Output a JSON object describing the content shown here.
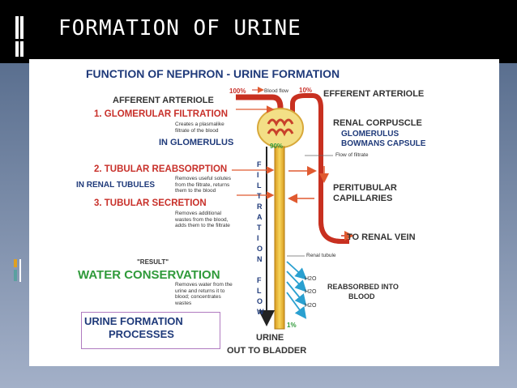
{
  "slide": {
    "title": "FORMATION OF URINE"
  },
  "diagram": {
    "title": "FUNCTION OF NEPHRON - URINE FORMATION",
    "afferent": "AFFERENT ARTERIOLE",
    "efferent": "EFFERENT ARTERIOLE",
    "pct_100": "100%",
    "pct_10": "10%",
    "pct_90": "90%",
    "pct_1": "1%",
    "blood_flow": "Blood flow",
    "step1": "1. GLOMERULAR FILTRATION",
    "step1_desc": "Creates a plasmalike filtrate of the blood",
    "step1_loc": "IN GLOMERULUS",
    "renal_corpuscle": "RENAL CORPUSCLE",
    "glomerulus": "GLOMERULUS",
    "bowmans": "BOWMANS CAPSULE",
    "flow_filtrate": "Flow of filtrate",
    "step2": "2. TUBULAR REABSORPTION",
    "step2_loc": "IN RENAL TUBULES",
    "step2_desc": "Removes useful solutes from the filtrate, returns them to the blood",
    "peritubular1": "PERITUBULAR",
    "peritubular2": "CAPILLARIES",
    "step3": "3. TUBULAR SECRETION",
    "step3_desc": "Removes additional wastes from the blood, adds them to the filtrate",
    "renal_vein": "TO RENAL VEIN",
    "result": "\"RESULT\"",
    "water": "WATER CONSERVATION",
    "water_desc": "Removes water from the urine and returns it to blood; concentrates wastes",
    "renal_tubule": "Renal tubule",
    "h2o": "H2O",
    "reabsorbed1": "REABSORBED INTO",
    "reabsorbed2": "BLOOD",
    "processes1": "URINE FORMATION",
    "processes2": "PROCESSES",
    "urine": "URINE",
    "bladder": "OUT TO BLADDER",
    "flow_letters": [
      "F",
      "I",
      "L",
      "T",
      "R",
      "A",
      "T",
      "I",
      "O",
      "N",
      " ",
      "F",
      "L",
      "O",
      "W"
    ]
  }
}
